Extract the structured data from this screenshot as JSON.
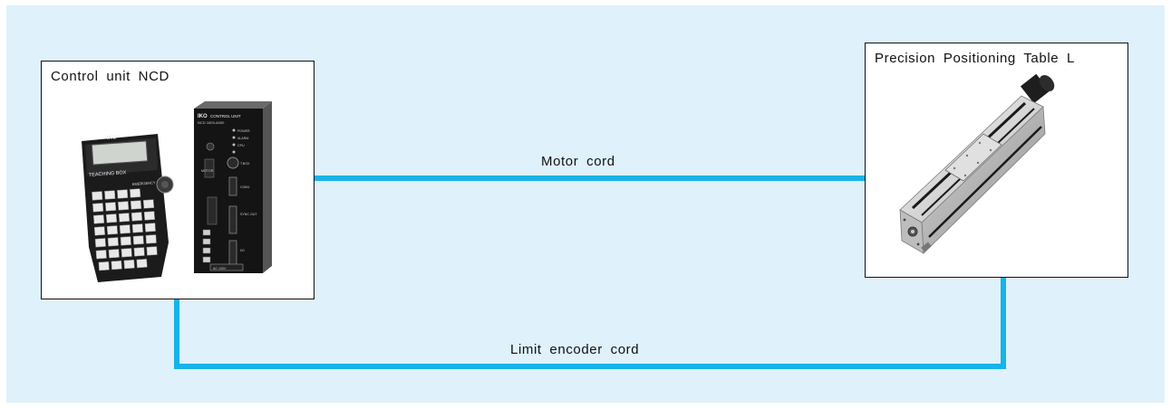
{
  "colors": {
    "background_panel": "#dff1fa",
    "cord": "#16b3e8",
    "box_border": "#111111"
  },
  "control_unit": {
    "title": "Control unit NCD",
    "teaching_box": {
      "brand": "IKO",
      "name": "TEACHING BOX",
      "stop_label": "EMERGENCY STOP"
    },
    "controller": {
      "brand": "IKO",
      "name": "CONTROL UNIT",
      "model": "NCD 1603-A000",
      "labels": [
        "POWER",
        "ALARM",
        "CPU",
        "MOTOR",
        "T.BOX",
        "COM1",
        "SYNC OUT",
        "I/O",
        "AC 100V"
      ]
    }
  },
  "table": {
    "title": "Precision Positioning Table L"
  },
  "cords": {
    "motor": "Motor cord",
    "limit_encoder": "Limit encoder cord"
  }
}
